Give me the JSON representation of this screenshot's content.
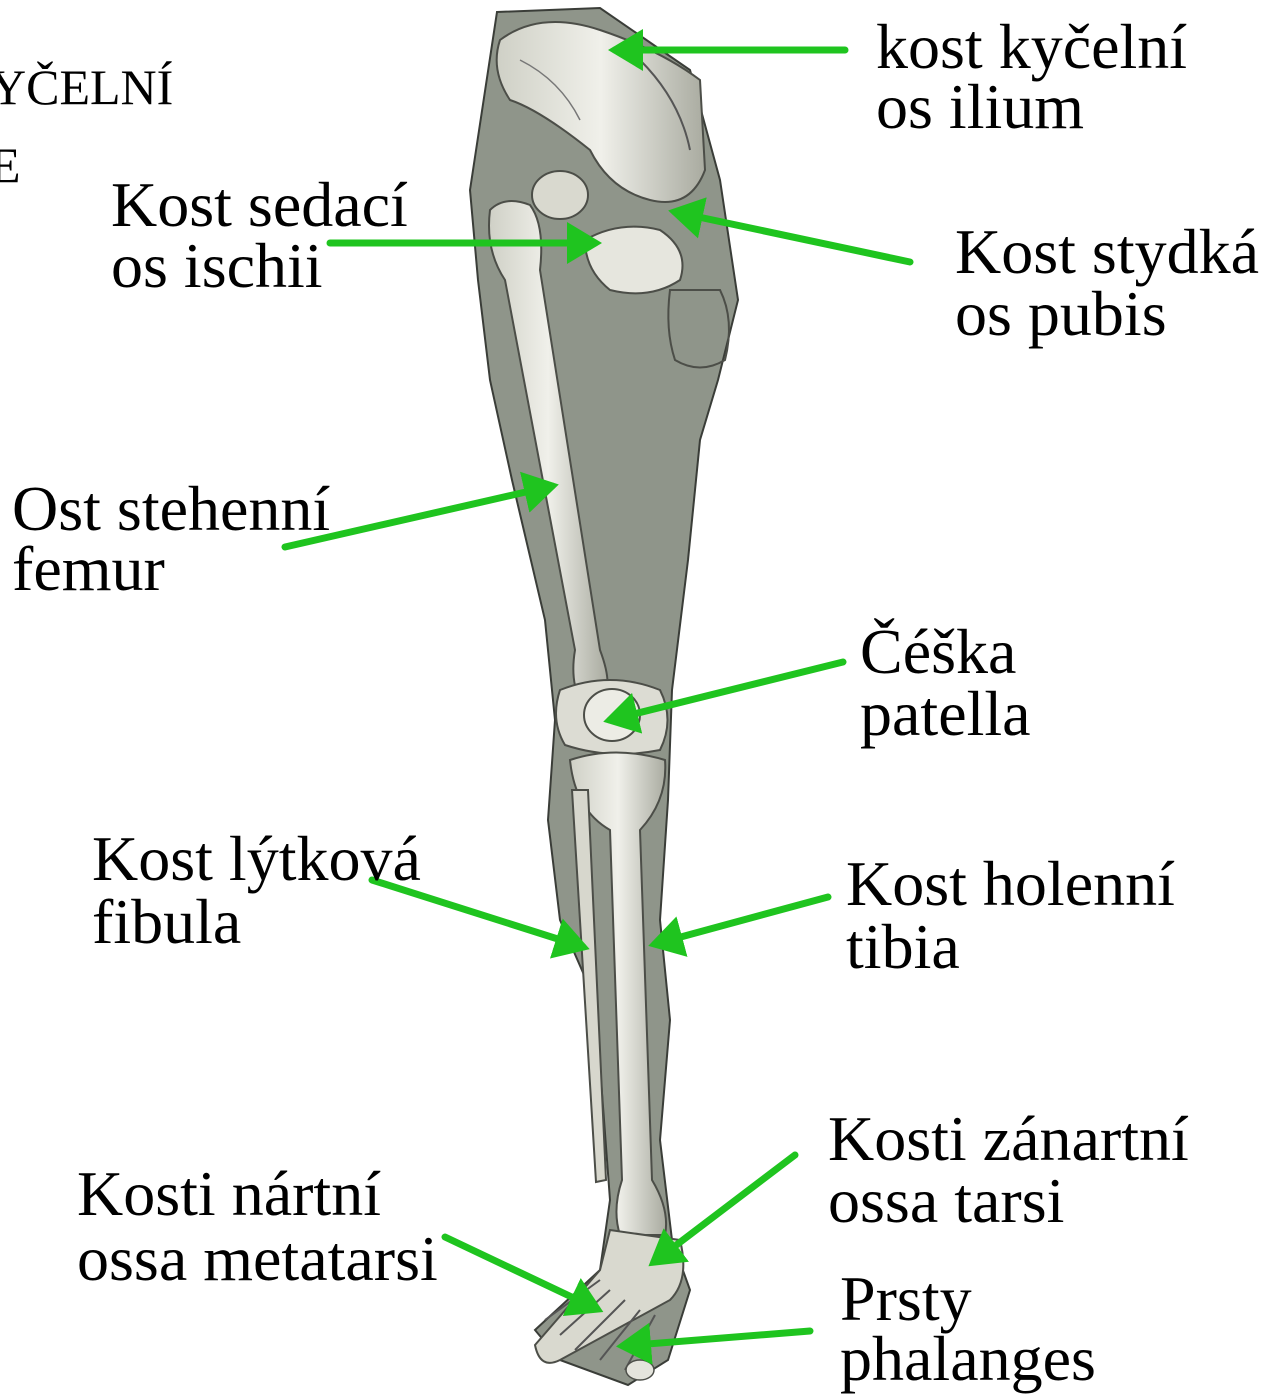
{
  "page_heading": {
    "line1": "YČELNÍ",
    "line2": "E"
  },
  "arrow_color": "#1fc41f",
  "labels": {
    "ilium": {
      "name": "kost kyčelní",
      "latin": "os ilium"
    },
    "ischium": {
      "name": "Kost sedací",
      "latin": "os ischii"
    },
    "pubis": {
      "name": "Kost stydká",
      "latin": "os pubis"
    },
    "femur": {
      "name": "Ost stehenní",
      "latin": "femur"
    },
    "patella": {
      "name": "Čéška",
      "latin": "patella"
    },
    "fibula": {
      "name": "Kost lýtková",
      "latin": "fibula"
    },
    "tibia": {
      "name": "Kost holenní",
      "latin": "tibia"
    },
    "tarsus": {
      "name": "Kosti zánartní",
      "latin": "ossa tarsi"
    },
    "metatarsus": {
      "name": "Kosti nártní",
      "latin": "ossa metatarsi"
    },
    "phalanges": {
      "name": "Prsty",
      "latin": "phalanges"
    }
  }
}
